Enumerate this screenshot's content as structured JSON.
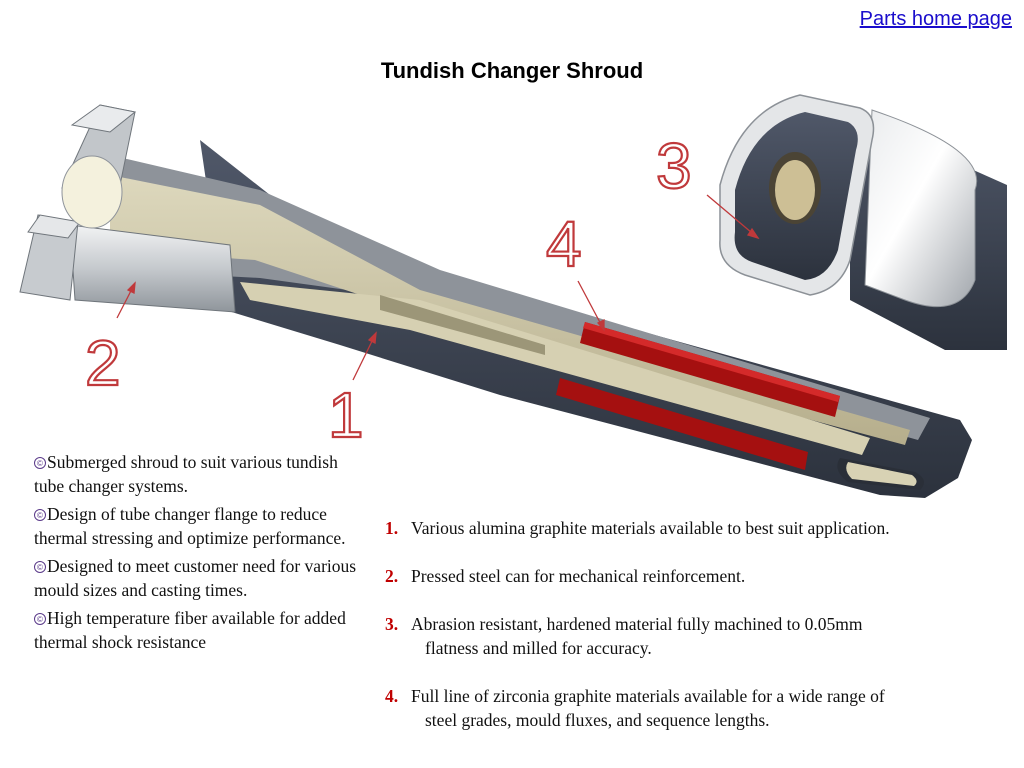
{
  "header": {
    "home_link": "Parts home page",
    "title": "Tundish Changer Shroud"
  },
  "callouts": [
    "3",
    "4",
    "2",
    "1"
  ],
  "colors": {
    "link": "#1a0dcc",
    "accent_red": "#c00000",
    "shroud_dark": "#3d4452",
    "liner": "#c9c3a4",
    "steel": "#c8ccd0",
    "zirconia_band": "#a51010"
  },
  "bullet_icon": "copyright-circle-icon",
  "bullets": [
    "Submerged shroud to suit various tundish tube changer systems.",
    "Design of tube changer flange to reduce thermal stressing and optimize performance.",
    "Designed to meet customer  need for various mould sizes and casting times.",
    "High temperature fiber available for added thermal shock resistance"
  ],
  "numbered": [
    {
      "num": "1.",
      "line1": "Various alumina graphite materials available to best suit application.",
      "line2": ""
    },
    {
      "num": "2.",
      "line1": "Pressed steel can for mechanical reinforcement.",
      "line2": ""
    },
    {
      "num": "3.",
      "line1": "Abrasion resistant, hardened material fully machined to 0.05mm",
      "line2": "flatness and milled for accuracy."
    },
    {
      "num": "4.",
      "line1": "Full line of zirconia graphite materials available for  a wide range of",
      "line2": "steel grades, mould fluxes, and sequence lengths."
    }
  ]
}
